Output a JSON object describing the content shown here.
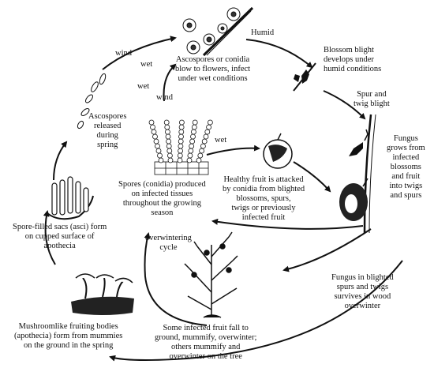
{
  "labels": {
    "humid": "Humid",
    "blossom_blight": [
      "Blossom blight",
      "develops under",
      "humid conditions"
    ],
    "spur_twig": [
      "Spur and",
      "twig blight"
    ],
    "fungus_grows": [
      "Fungus",
      "grows from",
      "infected",
      "blossoms",
      "and fruit",
      "into twigs",
      "and spurs"
    ],
    "ascospores_blow": [
      "Ascospores or conidia",
      "blow to flowers, infect",
      "under wet conditions"
    ],
    "wind_top": "wind",
    "wet_top": "wet",
    "wet_mid": "wet",
    "wind_mid": "wind",
    "ascospores_released": [
      "Ascospores",
      "released",
      "during",
      "spring"
    ],
    "wet_right": "wet",
    "spores_conidia": [
      "Spores (conidia) produced",
      "on infected tissues",
      "throughout the growing",
      "season"
    ],
    "healthy_fruit": [
      "Healthy fruit is attacked",
      "by conidia from blighted",
      "blossoms, spurs,",
      "twigs or previously",
      "infected fruit"
    ],
    "spore_sacs": [
      "Spore-filled sacs (asci) form",
      "on cupped surface of",
      "apothecia"
    ],
    "overwintering": [
      "overwintering",
      "cycle"
    ],
    "fungus_blighted": [
      "Fungus in blighted",
      "spurs and twigs",
      "survives in wood",
      "overwinter"
    ],
    "mushroomlike": [
      "Mushroomlike fruiting bodies",
      "(apothecia) form from mummies",
      "on the ground in the spring"
    ],
    "some_infected": [
      "Some infected fruit fall to",
      "ground, mummify, overwinter;",
      "others mummify and",
      "overwinter on the tree"
    ]
  }
}
